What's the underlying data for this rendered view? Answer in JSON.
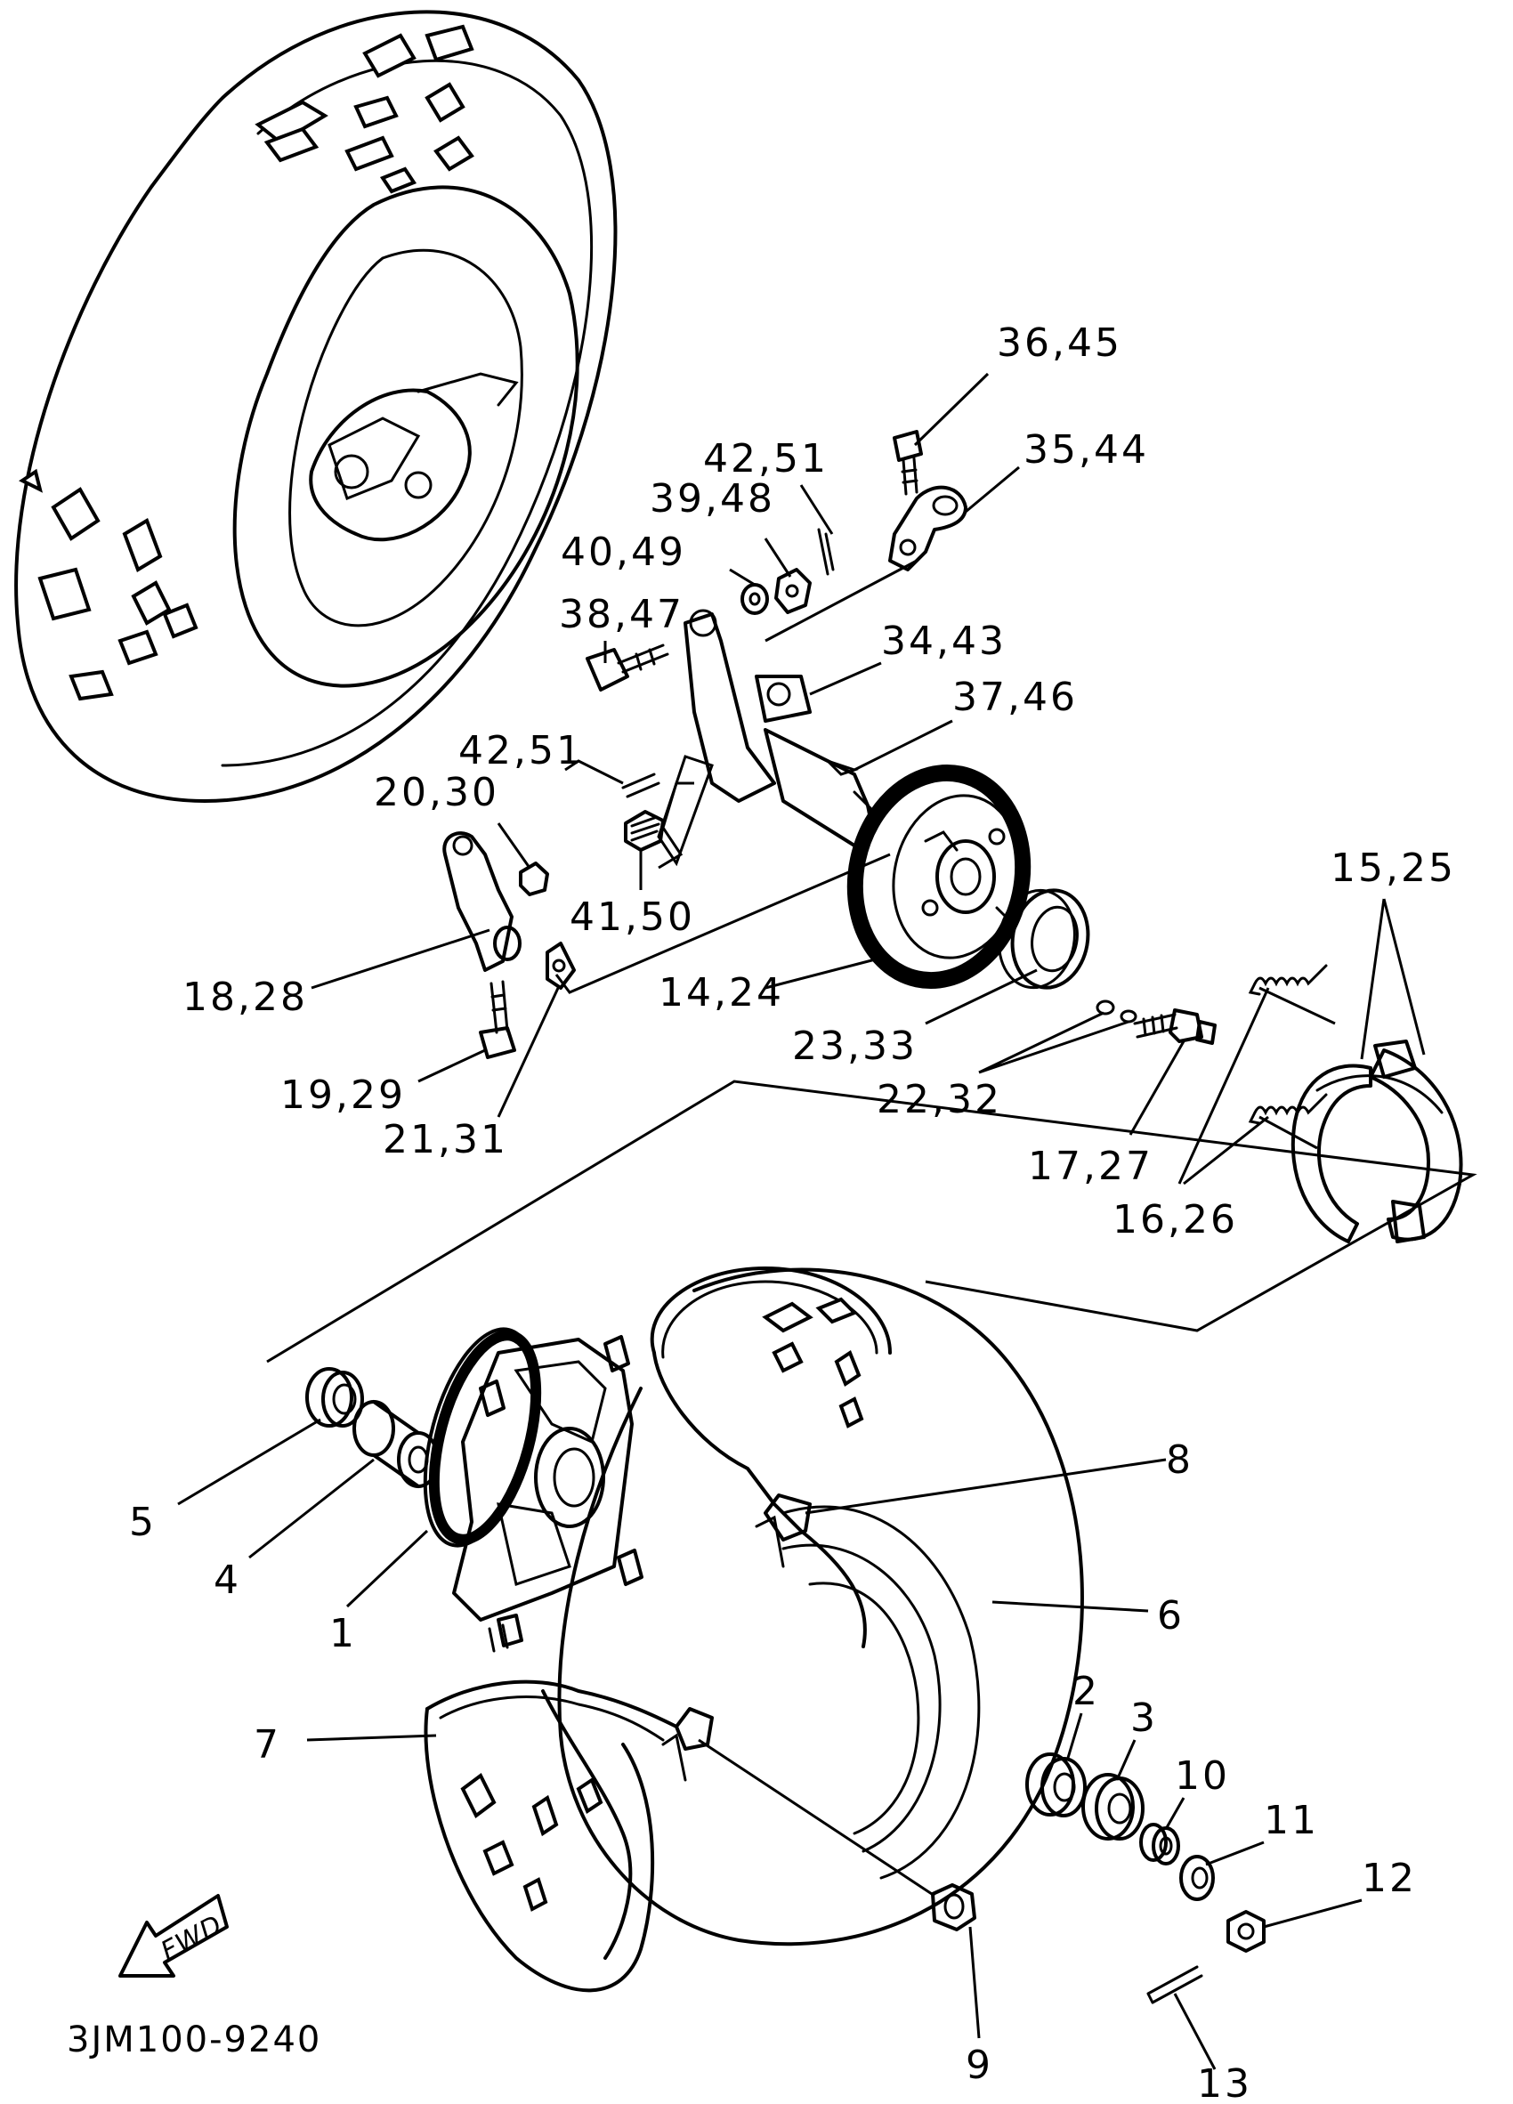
{
  "drawing_code": "3JM100-9240",
  "fwd_label": "FWD",
  "callouts": {
    "c1": "1",
    "c2": "2",
    "c3": "3",
    "c4": "4",
    "c5": "5",
    "c6": "6",
    "c7": "7",
    "c8": "8",
    "c9": "9",
    "c10": "10",
    "c11": "11",
    "c12": "12",
    "c13": "13",
    "c14_24": "14,24",
    "c15_25": "15,25",
    "c16_26": "16,26",
    "c17_27": "17,27",
    "c18_28": "18,28",
    "c19_29": "19,29",
    "c20_30": "20,30",
    "c21_31": "21,31",
    "c22_32": "22,32",
    "c23_33": "23,33",
    "c34_43": "34,43",
    "c35_44": "35,44",
    "c36_45": "36,45",
    "c37_46": "37,46",
    "c38_47": "38,47",
    "c39_48": "39,48",
    "c40_49": "40,49",
    "c41_50": "41,50",
    "c42_51_top": "42,51",
    "c42_51_mid": "42,51"
  }
}
